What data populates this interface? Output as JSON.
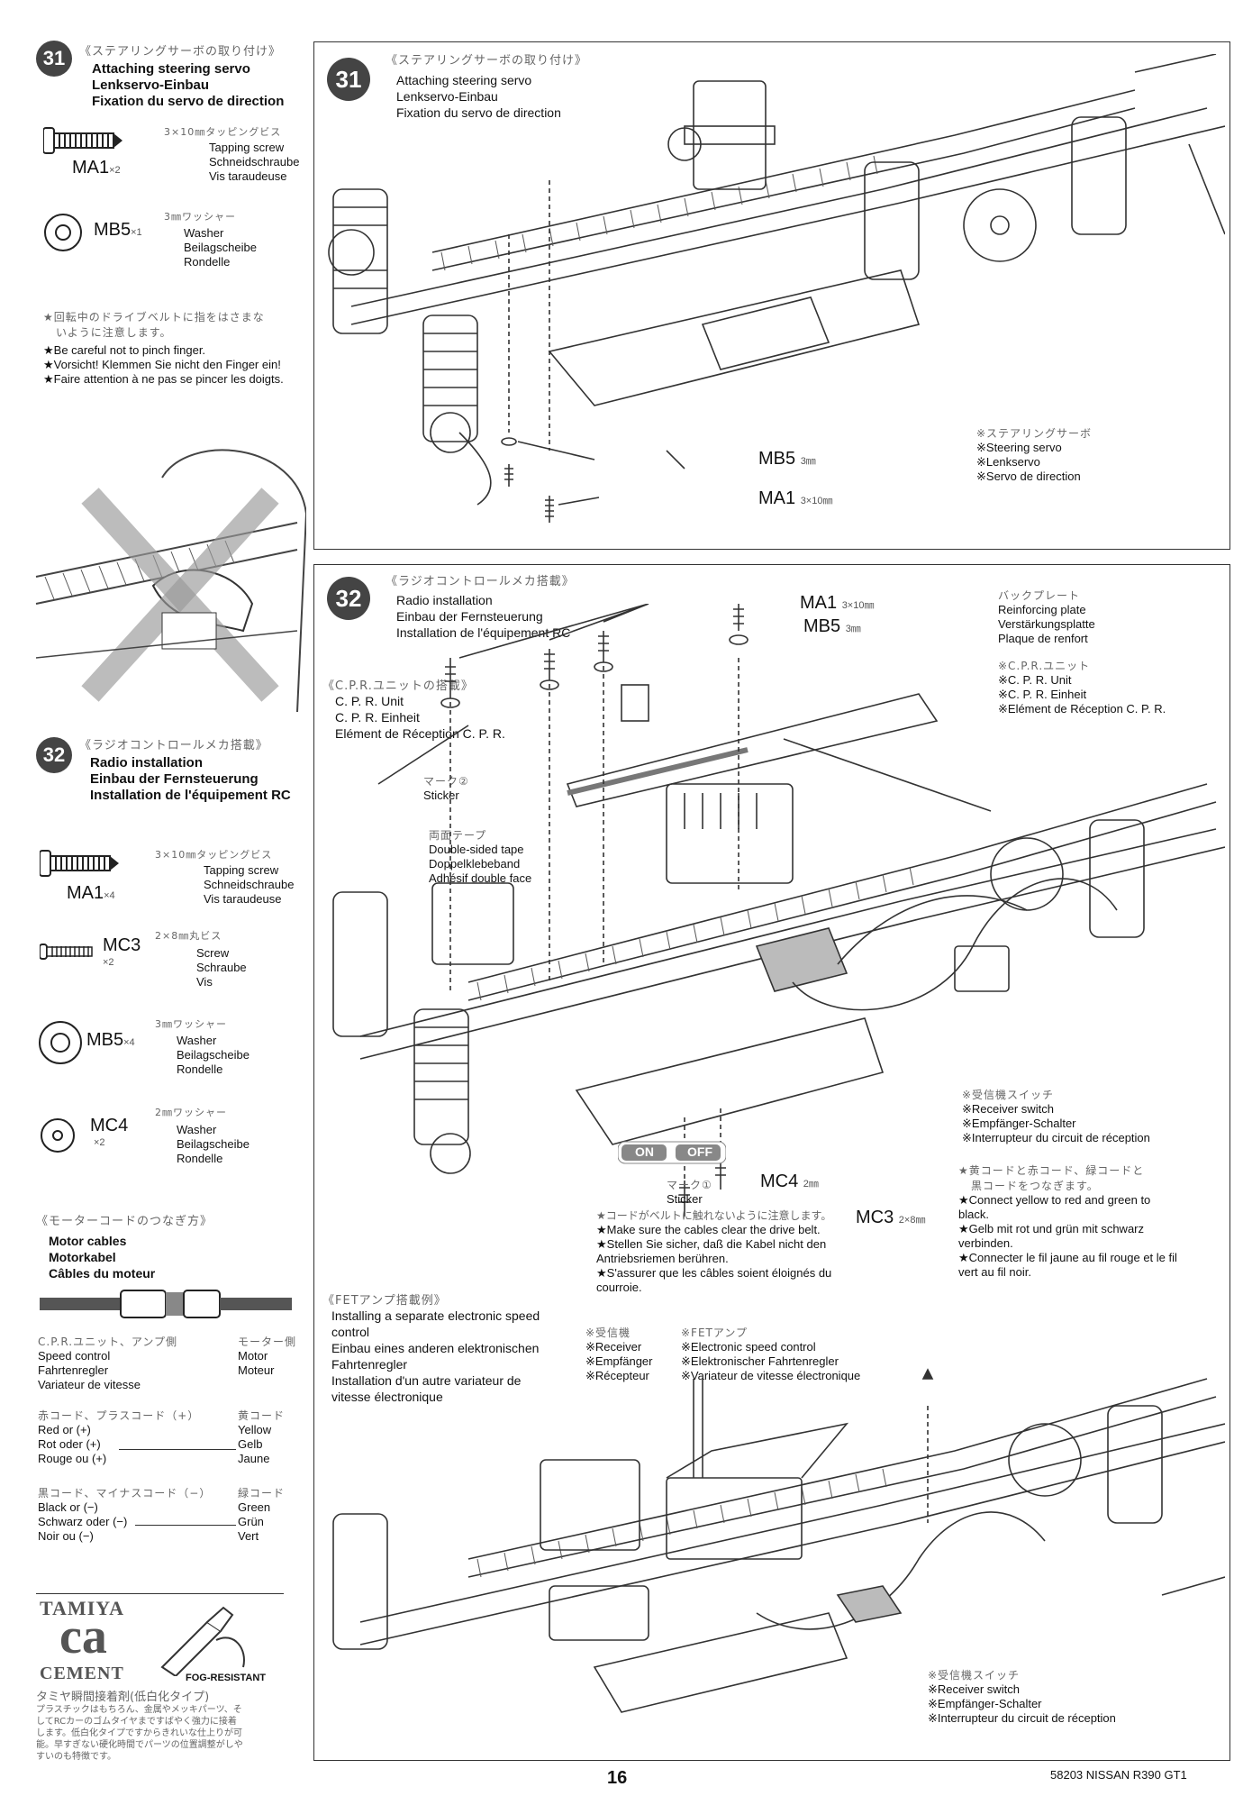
{
  "sidebar": {
    "s31": {
      "num": "31",
      "jp": "《ステアリングサーボの取り付け》",
      "en": "Attaching steering servo",
      "de": "Lenkservo-Einbau",
      "fr": "Fixation du servo de direction",
      "ma1": {
        "code": "MA1",
        "qty": "×2",
        "jp": "3×10㎜タッピングビス",
        "l1": "Tapping screw",
        "l2": "Schneidschraube",
        "l3": "Vis taraudeuse"
      },
      "mb5": {
        "code": "MB5",
        "qty": "×1",
        "jp": "3㎜ワッシャー",
        "l1": "Washer",
        "l2": "Beilagscheibe",
        "l3": "Rondelle"
      },
      "warn_jp1": "★回転中のドライブベルトに指をはさまな",
      "warn_jp2": "いように注意します。",
      "warn_en": "★Be careful not to pinch finger.",
      "warn_de": "★Vorsicht! Klemmen Sie nicht den Finger ein!",
      "warn_fr": "★Faire attention à ne pas se pincer les doigts."
    },
    "s32": {
      "num": "32",
      "jp": "《ラジオコントロールメカ搭載》",
      "en": "Radio installation",
      "de": "Einbau der Fernsteuerung",
      "fr": "Installation de l'équipement RC",
      "ma1": {
        "code": "MA1",
        "qty": "×4",
        "jp": "3×10㎜タッピングビス",
        "l1": "Tapping screw",
        "l2": "Schneidschraube",
        "l3": "Vis taraudeuse"
      },
      "mc3": {
        "code": "MC3",
        "qty": "×2",
        "jp": "2×8㎜丸ビス",
        "l1": "Screw",
        "l2": "Schraube",
        "l3": "Vis"
      },
      "mb5": {
        "code": "MB5",
        "qty": "×4",
        "jp": "3㎜ワッシャー",
        "l1": "Washer",
        "l2": "Beilagscheibe",
        "l3": "Rondelle"
      },
      "mc4": {
        "code": "MC4",
        "qty": "×2",
        "jp": "2㎜ワッシャー",
        "l1": "Washer",
        "l2": "Beilagscheibe",
        "l3": "Rondelle"
      }
    },
    "motor": {
      "jp": "《モーターコードのつなぎ方》",
      "en": "Motor cables",
      "de": "Motorkabel",
      "fr": "Câbles du moteur",
      "left_jp": "C.P.R.ユニット、アンプ側",
      "left_en": "Speed control",
      "left_de": "Fahrtenregler",
      "left_fr": "Variateur de vitesse",
      "right_jp": "モーター側",
      "right_en": "Motor",
      "right_fr": "Moteur",
      "red_jp": "赤コード、プラスコード（+）",
      "red_en": "Red or (+)",
      "red_de": "Rot oder (+)",
      "red_fr": "Rouge ou (+)",
      "yel_jp": "黄コード",
      "yel_en": "Yellow",
      "yel_de": "Gelb",
      "yel_fr": "Jaune",
      "blk_jp": "黒コード、マイナスコード（−）",
      "blk_en": "Black or (−)",
      "blk_de": "Schwarz oder (−)",
      "blk_fr": "Noir ou (−)",
      "grn_jp": "緑コード",
      "grn_en": "Green",
      "grn_de": "Grün",
      "grn_fr": "Vert"
    },
    "cement": {
      "brand": "TAMIYA",
      "logo": "ca",
      "word": "CEMENT",
      "fog": "FOG-RESISTANT",
      "jp_title": "タミヤ瞬間接着剤(低白化タイプ)",
      "jp1": "プラスチックはもちろん、金属やメッキパーツ、そ",
      "jp2": "してRCカーのゴムタイヤまですばやく強力に接着",
      "jp3": "します。低白化タイプですからきれいな仕上りが可",
      "jp4": "能。早すぎない硬化時間でパーツの位置調整がしや",
      "jp5": "すいのも特徴です。"
    }
  },
  "panel31": {
    "num": "31",
    "jp": "《ステアリングサーボの取り付け》",
    "en": "Attaching steering servo",
    "de": "Lenkservo-Einbau",
    "fr": "Fixation du servo de direction",
    "callout_jp": "※ステアリングサーボ",
    "callout_en": "※Steering servo",
    "callout_de": "※Lenkservo",
    "callout_fr": "※Servo de direction",
    "mb5": "MB5",
    "mb5_size": "3㎜",
    "ma1": "MA1",
    "ma1_size": "3×10㎜"
  },
  "panel32": {
    "num": "32",
    "jp": "《ラジオコントロールメカ搭載》",
    "en": "Radio installation",
    "de": "Einbau der Fernsteuerung",
    "fr": "Installation de l'équipement RC",
    "ma1": "MA1",
    "ma1_size": "3×10㎜",
    "mb5": "MB5",
    "mb5_size": "3㎜",
    "plate_jp": "バックプレート",
    "plate_en": "Reinforcing plate",
    "plate_de": "Verstärkungsplatte",
    "plate_fr": "Plaque de renfort",
    "cpr_jp": "《C.P.R.ユニットの搭載》",
    "cpr_en": "C. P. R. Unit",
    "cpr_de": "C. P. R. Einheit",
    "cpr_fr": "Elément de Réception C. P. R.",
    "cpr2_jp": "※C.P.R.ユニット",
    "cpr2_en": "※C. P. R. Unit",
    "cpr2_de": "※C. P. R. Einheit",
    "cpr2_fr": "※Elément de Réception C. P. R.",
    "mark2_jp": "マーク②",
    "mark2_en": "Sticker",
    "tape_jp": "両面テープ",
    "tape_en": "Double-sided tape",
    "tape_de": "Doppelklebeband",
    "tape_fr": "Adhésif double face",
    "on": "ON",
    "off": "OFF",
    "mark1_jp": "マーク①",
    "mark1_en": "Sticker",
    "mc4": "MC4",
    "mc4_size": "2㎜",
    "mc3": "MC3",
    "mc3_size": "2×8㎜",
    "sw_jp": "※受信機スイッチ",
    "sw_en": "※Receiver switch",
    "sw_de": "※Empfänger-Schalter",
    "sw_fr": "※Interrupteur du circuit de réception",
    "conn_jp1": "★黄コードと赤コード、緑コードと",
    "conn_jp2": "黒コードをつなぎます。",
    "conn_en": "★Connect yellow to red and green to black.",
    "conn_de": "★Gelb mit rot und grün mit schwarz verbinden.",
    "conn_fr": "★Connecter le fil jaune au fil rouge et le fil vert au fil noir.",
    "belt_jp": "★コードがベルトに触れないように注意します。",
    "belt_en": "★Make sure the cables clear the drive belt.",
    "belt_de": "★Stellen Sie sicher, daß die Kabel nicht den Antriebsriemen berühren.",
    "belt_fr": "★S'assurer que les câbles soient éloignés du courroie.",
    "fet_jp": "《FETアンプ搭載例》",
    "fet_en": "Installing a separate electronic speed control",
    "fet_de": "Einbau eines anderen elektronischen Fahrtenregler",
    "fet_fr": "Installation d'un autre variateur de vitesse électronique",
    "rx_jp": "※受信機",
    "rx_en": "※Receiver",
    "rx_de": "※Empfänger",
    "rx_fr": "※Récepteur",
    "esc_jp": "※FETアンプ",
    "esc_en": "※Electronic speed control",
    "esc_de": "※Elektronischer Fahrtenregler",
    "esc_fr": "※Variateur de vitesse électronique",
    "sw2_jp": "※受信機スイッチ",
    "sw2_en": "※Receiver switch",
    "sw2_de": "※Empfänger-Schalter",
    "sw2_fr": "※Interrupteur du circuit de réception"
  },
  "footer": {
    "page": "16",
    "model": "58203 NISSAN R390 GT1"
  }
}
